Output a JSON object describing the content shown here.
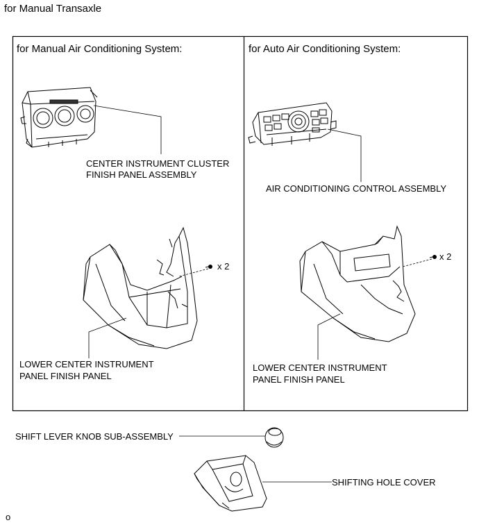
{
  "page_title": "for Manual Transaxle",
  "left_panel": {
    "heading": "for Manual Air Conditioning System:",
    "cluster_label_line1": "CENTER INSTRUMENT CLUSTER",
    "cluster_label_line2": "FINISH PANEL ASSEMBLY",
    "screw_count": "x 2",
    "lower_label_line1": "LOWER CENTER INSTRUMENT",
    "lower_label_line2": "PANEL FINISH PANEL"
  },
  "right_panel": {
    "heading": "for Auto Air Conditioning System:",
    "control_label": "AIR CONDITIONING CONTROL ASSEMBLY",
    "screw_count": "x 2",
    "lower_label_line1": "LOWER CENTER INSTRUMENT",
    "lower_label_line2": "PANEL FINISH PANEL"
  },
  "bottom": {
    "knob_label": "SHIFT LEVER KNOB SUB-ASSEMBLY",
    "cover_label": "SHIFTING HOLE COVER"
  },
  "figure_id": "o"
}
